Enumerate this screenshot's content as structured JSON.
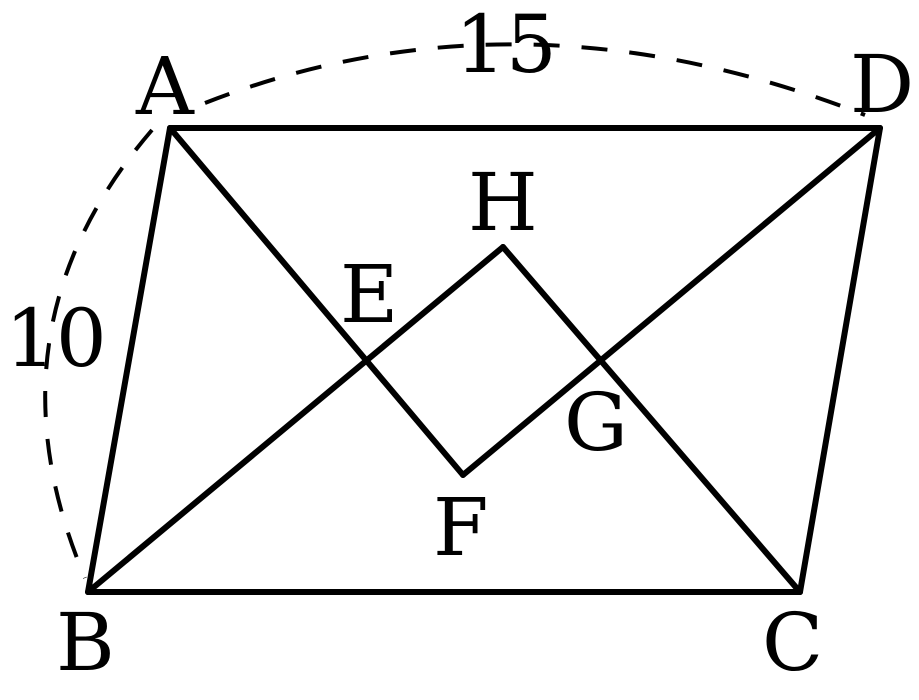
{
  "points": {
    "A": "A",
    "B": "B",
    "C": "C",
    "D": "D",
    "E": "E",
    "F": "F",
    "G": "G",
    "H": "H"
  },
  "dimensions": {
    "AD": "15",
    "AB": "10"
  },
  "colors": {
    "stroke": "#000000",
    "background": "#ffffff"
  }
}
